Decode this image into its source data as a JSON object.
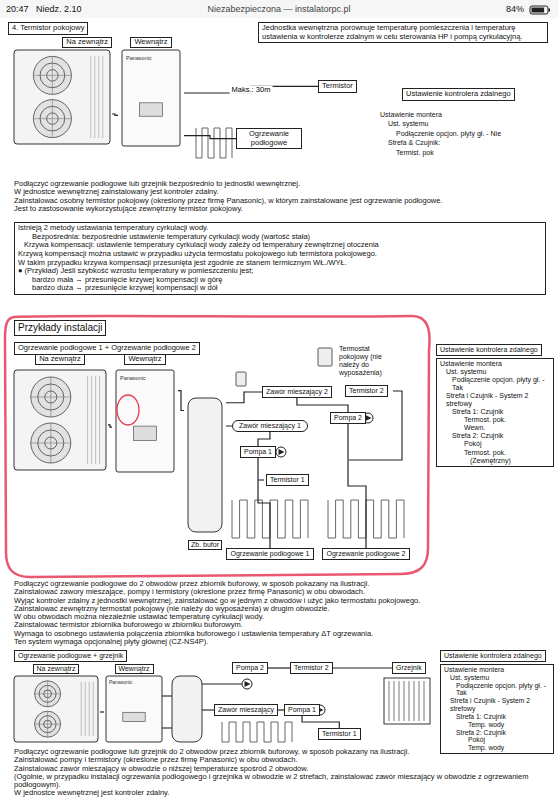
{
  "diagram": {
    "nodes": [
      {
        "text": [
          "4. Termistor pokojowy"
        ]
      },
      {
        "text": [
          "Na zewnątrz"
        ]
      },
      {
        "text": [
          "Wewnątrz"
        ]
      },
      {
        "text": [
          "Jednostka wewnętrzna porównuje temperaturę pomieszczenia i temperaturę ustawienia w kontrolerze zdalnym w celu sterowania HP i pompą cyrkulacyjną."
        ]
      },
      {
        "text": [
          "Termistor"
        ]
      },
      {
        "text": [
          "Ogrzewanie podłogowe"
        ]
      },
      {
        "text": [
          "Ustawienie kontrolera zdalnego"
        ]
      },
      {
        "text": [
          "Istnieją 2 metody ustawiania temperatury cyrkulacji wody.",
          "Bezpośrednia: bezpośrednie ustawienie temperatury cyrkulacji wody (wartość stała)",
          "Krzywa kompensacji: ustawienie temperatury cyrkulacji wody zależy od temperatury zewnętrznej otoczenia",
          "Krzywą kompensacji można ustawić w przypadku użycia termostatu pokojowego lub termistora pokojowego.",
          "W takim przypadku krzywa kompensacji przesunięta jest zgodnie ze stanem termicznym WŁ./WYŁ.",
          "● (Przykład) Jeśli szybkość wzrostu temperatury w pomieszczeniu jest;",
          "bardzo mała → przesunięcie krzywej kompensacji w górę",
          "bardzo duża → przesunięcie krzywej kompensacji w dół"
        ]
      },
      {
        "text": [
          "Przykłady instalacji"
        ]
      },
      {
        "text": [
          "Ogrzewanie podłogowe 1 + Ogrzewanie podłogowe 2"
        ]
      },
      {
        "text": [
          "Na zewnątrz"
        ]
      },
      {
        "text": [
          "Wewnątrz"
        ]
      },
      {
        "text": [
          "Zb. bufor"
        ]
      },
      {
        "text": [
          "Termostat pokojowy (nie należy do wyposażenia)"
        ]
      },
      {
        "text": [
          "Zawór mieszający 2"
        ]
      },
      {
        "text": [
          "Zawór mieszający 1"
        ]
      },
      {
        "text": [
          "Pompa 1"
        ]
      },
      {
        "text": [
          "Pompa 2"
        ]
      },
      {
        "text": [
          "Termistor 2"
        ]
      },
      {
        "text": [
          "Termistor 1"
        ]
      },
      {
        "text": [
          "Ogrzewanie podłogowe 1"
        ]
      },
      {
        "text": [
          "Ogrzewanie podłogowe 2"
        ]
      },
      {
        "text": [
          "Ustawienie kontrolera zdalnego"
        ]
      },
      {
        "text": [
          "Ustawienie montera",
          "Ust. systemu",
          "Podłączenie opcjon. płyty gł. - Tak",
          "Strefa i Czujnik - System 2 strefowy",
          "Strefa 1: Czujnik",
          "Termost. pok.",
          "Wewn.",
          "Strefa 2: Czujnik",
          "Pokój",
          "Termost. pok.",
          "(Zewnętrzny)"
        ]
      },
      {
        "text": [
          "Ogrzewanie podłogowe + grzejnik"
        ]
      },
      {
        "text": [
          "Na zewnątrz"
        ]
      },
      {
        "text": [
          "Wewnątrz"
        ]
      },
      {
        "text": [
          "Pompa 2"
        ]
      },
      {
        "text": [
          "Termistor 2"
        ]
      },
      {
        "text": [
          "Grzejnik"
        ]
      },
      {
        "text": [
          "Zawór mieszający"
        ]
      },
      {
        "text": [
          "Pompa 1"
        ]
      },
      {
        "text": [
          "Termistor 1"
        ]
      },
      {
        "text": [
          "Ustawienie kontrolera zdalnego"
        ]
      },
      {
        "text": [
          "Ustawienie montera",
          "Ust. systemu",
          "Podłączenie opcjon. płyty gł. - Tak",
          "Strefa i Czujnik - System 2 strefowy",
          "Strefa 1: Czujnik",
          "Temp. wody",
          "Strefa 2: Czujnik",
          "Pokój",
          "Temp. wody"
        ]
      }
    ],
    "edges": [
      {
        "from": 1,
        "to": 2,
        "arrow": "none"
      },
      {
        "from": 2,
        "to": 4,
        "label": "Maks.: 30m",
        "arrow": "none"
      },
      {
        "from": 2,
        "to": 5,
        "arrow": "none"
      },
      {
        "from": 10,
        "to": 11,
        "arrow": "none"
      },
      {
        "from": 11,
        "to": 12,
        "arrow": "none"
      },
      {
        "from": 12,
        "to": 15,
        "arrow": "none"
      },
      {
        "from": 12,
        "to": 14,
        "arrow": "none"
      },
      {
        "from": 15,
        "to": 16,
        "arrow": "none"
      },
      {
        "from": 14,
        "to": 17,
        "arrow": "none"
      },
      {
        "from": 16,
        "to": 20,
        "arrow": "none"
      },
      {
        "from": 17,
        "to": 21,
        "arrow": "none"
      },
      {
        "from": 25,
        "to": 26,
        "arrow": "none"
      },
      {
        "from": 27,
        "to": 28,
        "arrow": "none"
      },
      {
        "from": 28,
        "to": 29,
        "arrow": "none"
      },
      {
        "from": 30,
        "to": 31,
        "arrow": "none"
      },
      {
        "from": 31,
        "to": 32,
        "arrow": "none"
      }
    ],
    "labels": [
      "20:47",
      "Niedz. 2.10",
      "Niezabezpieczona — instalatorpc.pl",
      "84%",
      "Panasonic",
      "Ustawienie montera",
      "Ust. systemu",
      "Podłączenie opcjon. płyty gł. - Nie",
      "Strefa & Czujnik:",
      "Termist. pok",
      "Podłączyć ogrzewanie podłogowe lub grzejnik bezpośrednio to jednostki wewnętrznej.",
      "W jednostce wewnętrznej zainstalowany jest kontroler zdalny.",
      "Zainstalować osobny termistor pokojowy (określony przez firmę Panasonic), w którym zainstalowane jest ogrzewanie podłogowe.",
      "Jest to zastosowanie wykorzystujące zewnętrzny termistor pokojowy.",
      "Panasonic",
      "Podłączyć ogrzewanie podłogowe do 2 obwodów przez zbiornik buforowy, w sposób pokazany na ilustracji.",
      "Zainstalować zawory mieszające, pompy i termistory (określone przez firmę Panasonic) w obu obwodach.",
      "Wyjąć kontroler zdalny z jednostki wewnętrznej, zainstalować go w jednym z obwodów i użyć jako termostatu pokojowego.",
      "Zainstalować zewnętrzny termostat pokojowy (nie należy do wyposażenia) w drugim obwodzie.",
      "W obu obwodach można niezależnie ustawiać temperaturę cyrkulacji wody.",
      "Zainstalować termistor zbiornika buforowego w zbiorniku buforowym.",
      "Wymaga to osobnego ustawienia połączenia zbiornika buforowego i ustawienia temperatury ΔT ogrzewania.",
      "Ten system wymaga opcjonalnej płyty głównej (CZ-NS4P).",
      "Panasonic",
      "Podłączyć ogrzewanie podłogowe lub grzejnik do 2 obwodów przez zbiornik buforowy, w sposób pokazany na ilustracji.",
      "Zainstalować pompy i termistory (określone przez firmę Panasonic) w obu obwodach.",
      "Zainstalować zawór mieszający w obwodzie o niższej temperaturze spośród 2 obwodów.",
      "(Ogólnie, w przypadku instalacji ogrzewania podłogowego i grzejnika w obwodzie w 2 strefach, zainstalować zawór mieszający w obwodzie z ogrzewaniem podłogowym).",
      "W jednostce wewnętrznej jest kontroler zdalny."
    ]
  }
}
